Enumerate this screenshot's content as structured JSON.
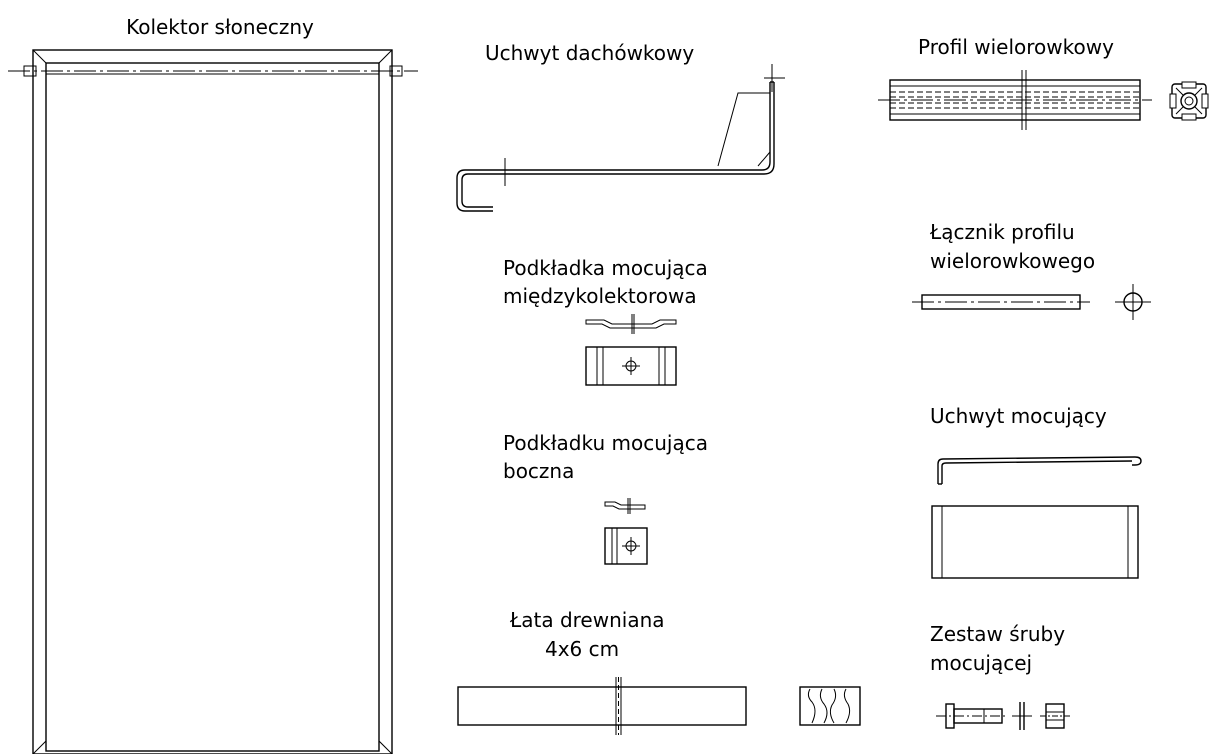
{
  "sheet": {
    "background": "#ffffff",
    "line_color": "#000000"
  },
  "components": {
    "collector": {
      "title": "Kolektor słoneczny",
      "icon": "collector-frame-drawing"
    },
    "roof_hook": {
      "title": "Uchwyt dachówkowy",
      "icon": "roof-hook-drawing"
    },
    "multigroove_profile": {
      "title": "Profil wielorowkowy",
      "icon": "profile-drawing"
    },
    "profile_connector": {
      "title_line1": "Łącznik profilu",
      "title_line2": "wielorowkowego",
      "icon": "connector-drawing"
    },
    "inter_collector_pad": {
      "title_line1": "Podkładka mocująca",
      "title_line2": "międzykolektorowa",
      "icon": "inter-collector-pad-drawing"
    },
    "mounting_bracket": {
      "title": "Uchwyt mocujący",
      "icon": "mounting-bracket-drawing"
    },
    "side_pad": {
      "title_line1": "Podkładku mocująca",
      "title_line2": "boczna",
      "icon": "side-pad-drawing"
    },
    "wooden_batten": {
      "title_line1": "Łata drewniana",
      "title_line2": "4x6 cm",
      "icon": "wooden-batten-drawing"
    },
    "bolt_set": {
      "title_line1": "Zestaw śruby",
      "title_line2": "mocującej",
      "icon": "bolt-set-drawing"
    }
  }
}
